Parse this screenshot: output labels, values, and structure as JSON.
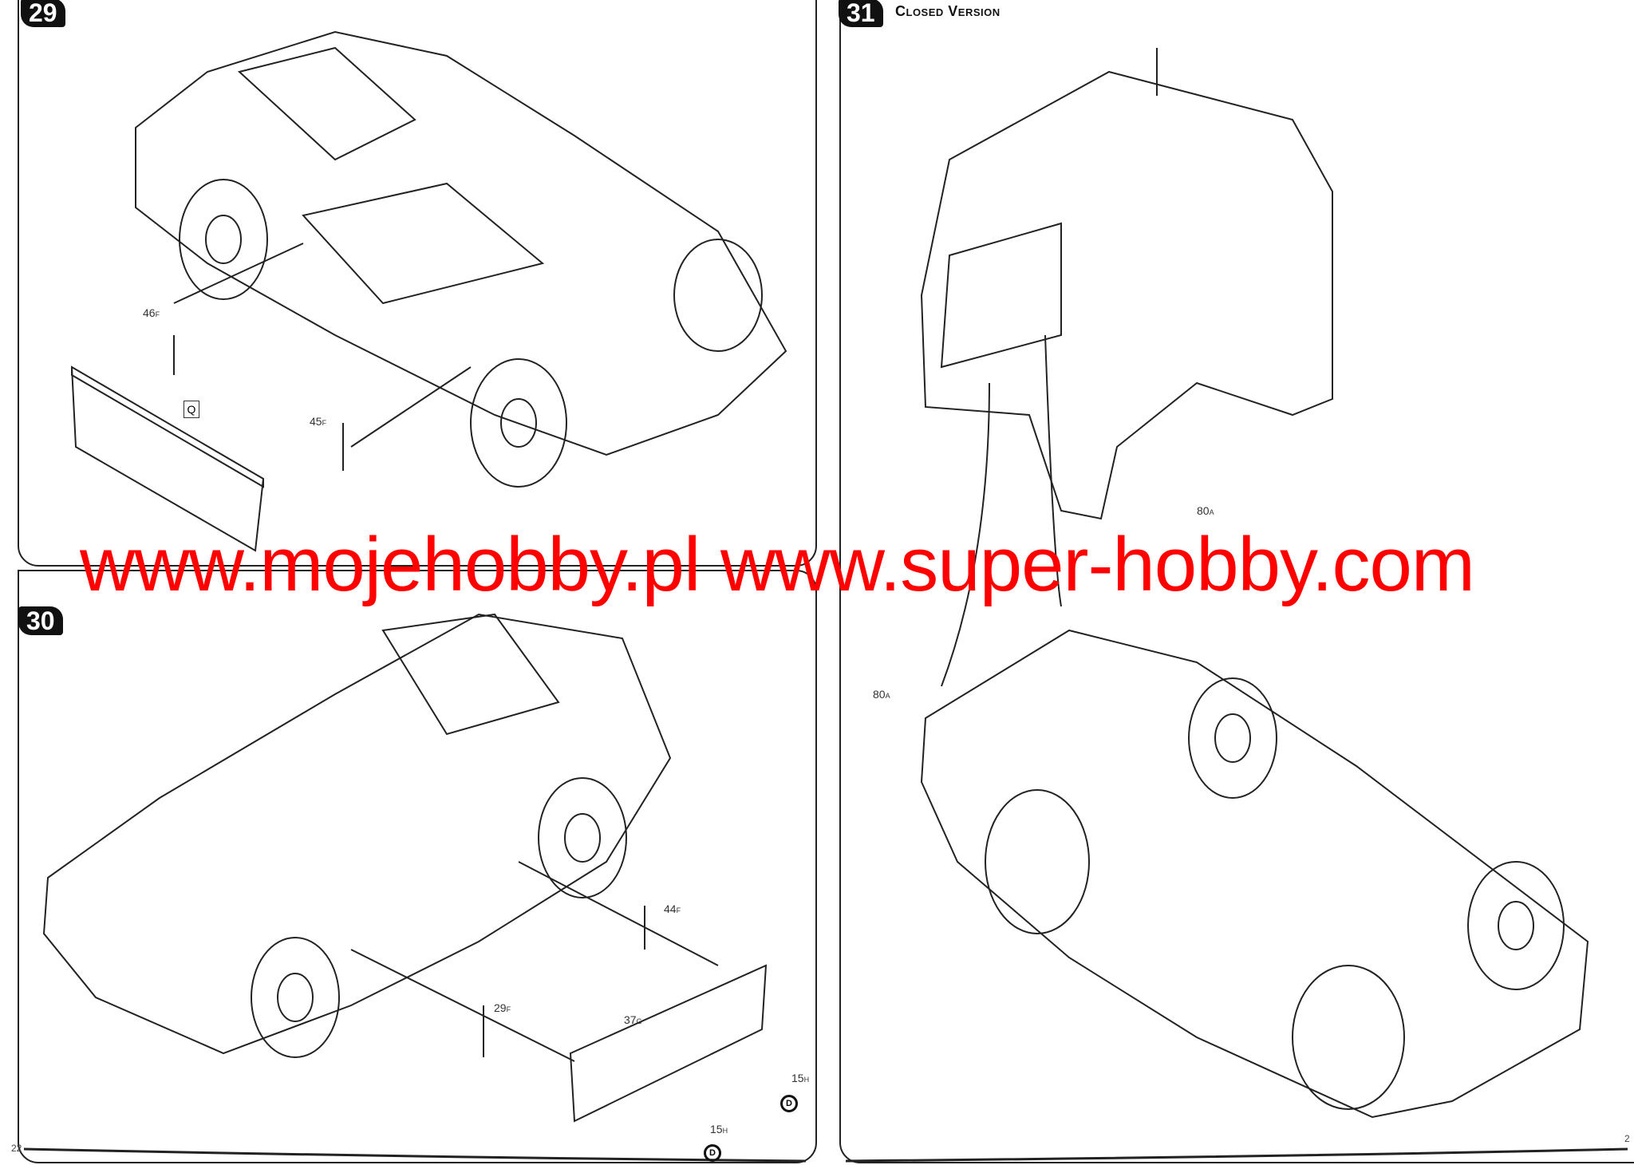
{
  "steps": [
    {
      "number": "29",
      "parts": [
        {
          "num": "46",
          "sprue": "F"
        },
        {
          "num": "45",
          "sprue": "F"
        }
      ],
      "marker": "Q"
    },
    {
      "number": "30",
      "parts": [
        {
          "num": "44",
          "sprue": "F"
        },
        {
          "num": "29",
          "sprue": "F"
        },
        {
          "num": "37",
          "sprue": "G"
        },
        {
          "num": "15",
          "sprue": "H"
        },
        {
          "num": "15",
          "sprue": "H"
        }
      ],
      "decal": "D"
    },
    {
      "number": "31",
      "title": "Closed Version",
      "parts": [
        {
          "num": "80",
          "sprue": "A"
        },
        {
          "num": "80",
          "sprue": "A"
        }
      ]
    }
  ],
  "watermark": "www.mojehobby.pl www.super-hobby.com",
  "page_numbers": {
    "left": "22",
    "right": "2"
  }
}
